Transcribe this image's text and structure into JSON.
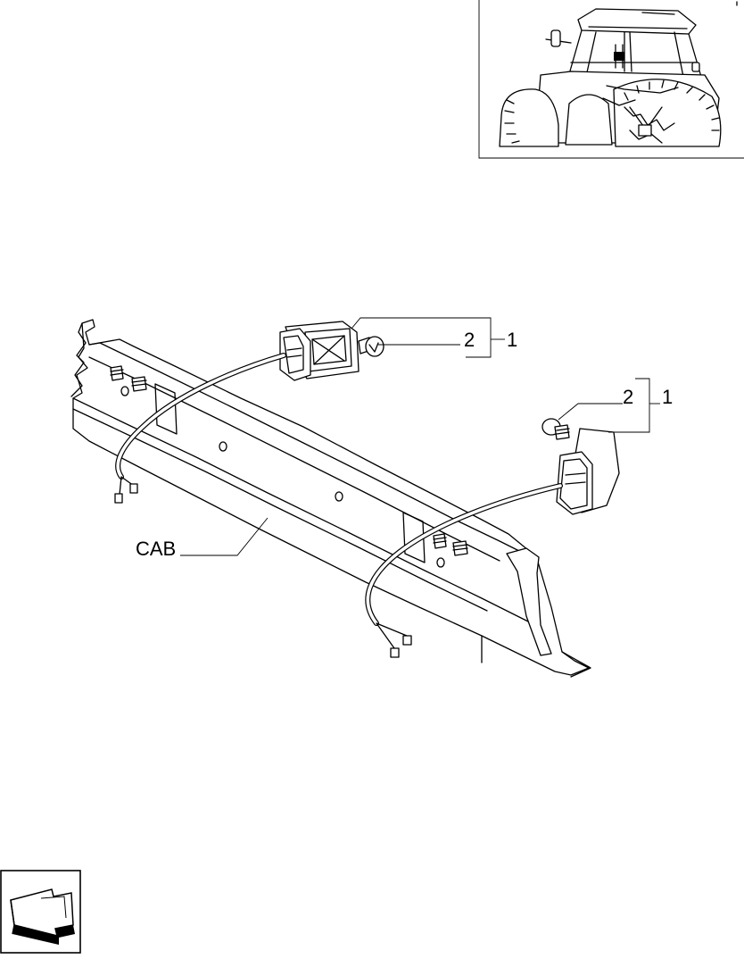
{
  "callouts": {
    "upper_part": "2",
    "upper_assembly": "1",
    "lower_part": "2",
    "lower_assembly": "1",
    "cab": "CAB"
  },
  "icons": {
    "reference_view": "tractor-rear-view-icon",
    "navigation": "back-arrow-icon"
  }
}
